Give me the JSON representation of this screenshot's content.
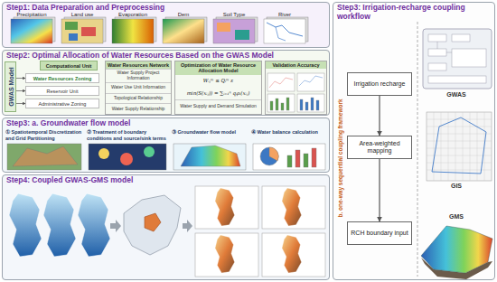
{
  "diagram": {
    "nodes": [
      {
        "text": [
          "Step1: Data Preparation and Preprocessing"
        ]
      },
      {
        "text": [
          "Step2: Optimal Allocation of Water Resources Based on the GWAS Model"
        ]
      },
      {
        "text": [
          "GWAS Model"
        ],
        "in": 1
      },
      {
        "text": [
          "Computational Unit"
        ],
        "in": 1
      },
      {
        "text": [
          "Water Resources Zoning"
        ],
        "in": 1
      },
      {
        "text": [
          "Reservoir Unit"
        ],
        "in": 1
      },
      {
        "text": [
          "Administrative Zoning"
        ],
        "in": 1
      },
      {
        "text": [
          "Water Resources Network",
          "Water Supply Project Information",
          "Water Use Unit Information",
          "Topological Relationship",
          "Water Supply Relationship"
        ],
        "in": 1
      },
      {
        "text": [
          "Optimization of Water Resource Allocation Model",
          "Wᵢⱼᵐ ≤ Qᵢᵐ ε",
          "min(S(xᵢⱼ)) = ∑ᵢ₌₁ⁿ qᵢρᵢ(xᵢⱼ)",
          "Water Supply and Demand Simulation"
        ],
        "in": 1
      },
      {
        "text": [
          "Validation Accuracy"
        ],
        "in": 1
      },
      {
        "text": [
          "Step3: a. Groundwater flow model"
        ]
      },
      {
        "text": [
          "① Spatiotemporal Discretization and Grid Partitioning"
        ],
        "in": 10
      },
      {
        "text": [
          "② Treatment of boundary conditions and source/sink terms"
        ],
        "in": 10
      },
      {
        "text": [
          "③ Groundwater flow model"
        ],
        "in": 10
      },
      {
        "text": [
          "④ Water balance calculation"
        ],
        "in": 10
      },
      {
        "text": [
          "Step4: Coupled GWAS-GMS model"
        ]
      },
      {
        "text": [
          "Step3: Irrigation-recharge coupling workflow",
          "b. one-way sequential coupling framework"
        ]
      },
      {
        "text": [
          "Irrigation recharge"
        ],
        "in": 16
      },
      {
        "text": [
          "Area-weighted mapping"
        ],
        "in": 16
      },
      {
        "text": [
          "RCH boundary input"
        ],
        "in": 16
      }
    ],
    "edges": [
      {
        "from": 2,
        "to": 4,
        "arrow": "to"
      },
      {
        "from": 2,
        "to": 5,
        "arrow": "to"
      },
      {
        "from": 2,
        "to": 6,
        "arrow": "to"
      },
      {
        "from": 17,
        "to": 18,
        "arrow": "to"
      },
      {
        "from": 18,
        "to": 19,
        "arrow": "to"
      }
    ],
    "labels": [
      "Precipitation",
      "Land use",
      "Evaporation",
      "Dem",
      "Soil Type",
      "River",
      "GWAS",
      "GIS",
      "GMS"
    ]
  }
}
